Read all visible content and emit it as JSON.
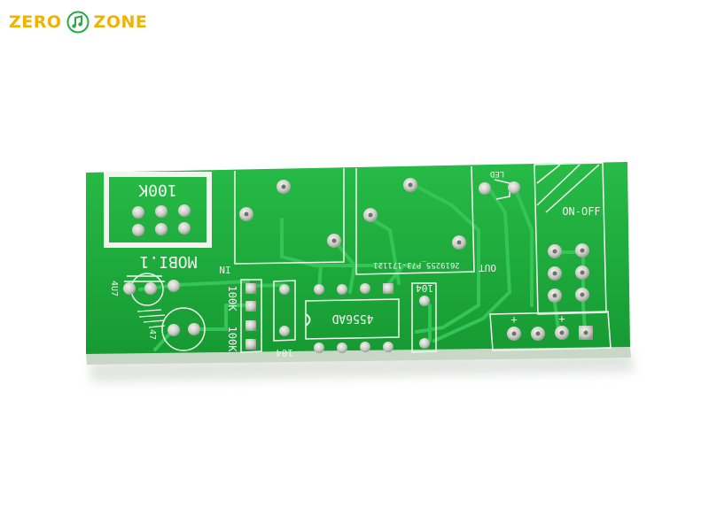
{
  "logo": {
    "left": "ZERO",
    "right": "ZONE",
    "icon": "music-note-icon",
    "color": "#f0b400"
  },
  "pcb": {
    "board_color": "#1fae3c",
    "silkscreen_color": "#f2f5ee",
    "labels": {
      "pot_value": "100K",
      "model": "MOBI.1",
      "input": "IN",
      "output": "OUT",
      "part_code": "2619255_P73-171121",
      "led": "LED",
      "switch": "ON-OFF",
      "cap_left_upper": "4U7",
      "cap_left_lower": "47",
      "resistor_a": "100K",
      "resistor_b": "100K",
      "cap_104_bottom": "104",
      "cap_104_right": "104",
      "opamp": "4556AD",
      "plus_1": "+",
      "plus_2": "+"
    }
  }
}
